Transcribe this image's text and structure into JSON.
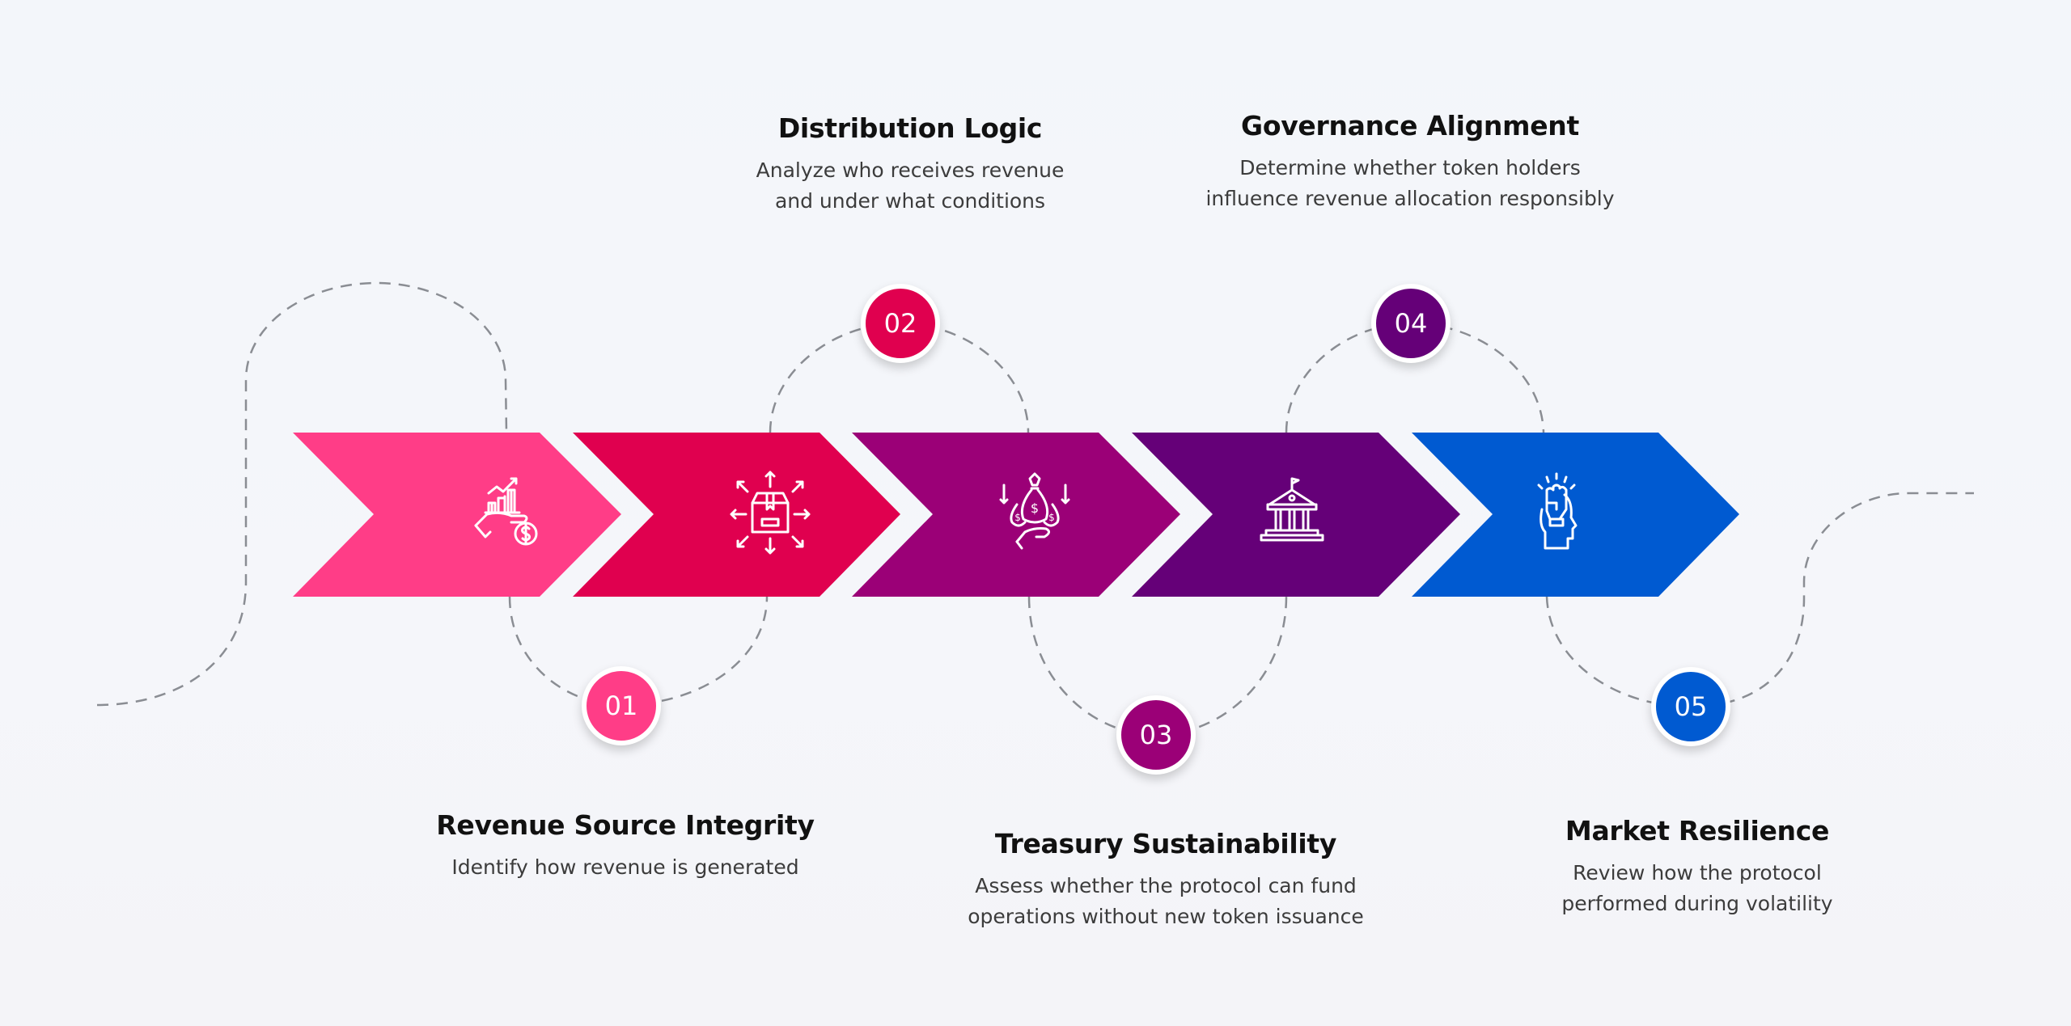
{
  "diagram": {
    "type": "process-chevron-timeline",
    "connector_color": "#8a8d93",
    "steps": [
      {
        "number": "01",
        "title": "Revenue Source Integrity",
        "description_lines": [
          "Identify how revenue is generated"
        ],
        "color": "#ff3d87",
        "icon": "hand-revenue-growth-icon",
        "label_position": "below"
      },
      {
        "number": "02",
        "title": "Distribution Logic",
        "description_lines": [
          "Analyze who receives revenue",
          "and under what conditions"
        ],
        "color": "#e0004f",
        "icon": "package-distribution-icon",
        "label_position": "above"
      },
      {
        "number": "03",
        "title": "Treasury Sustainability",
        "description_lines": [
          "Assess whether the protocol can fund",
          "operations without new token issuance"
        ],
        "color": "#9b0077",
        "icon": "money-bags-hand-icon",
        "label_position": "below"
      },
      {
        "number": "04",
        "title": "Governance Alignment",
        "description_lines": [
          "Determine whether token holders",
          "influence revenue allocation responsibly"
        ],
        "color": "#650078",
        "icon": "government-building-icon",
        "label_position": "above"
      },
      {
        "number": "05",
        "title": "Market Resilience",
        "description_lines": [
          "Review how the protocol",
          "performed during volatility"
        ],
        "color": "#005ad1",
        "icon": "head-fist-resilience-icon",
        "label_position": "below"
      }
    ]
  }
}
